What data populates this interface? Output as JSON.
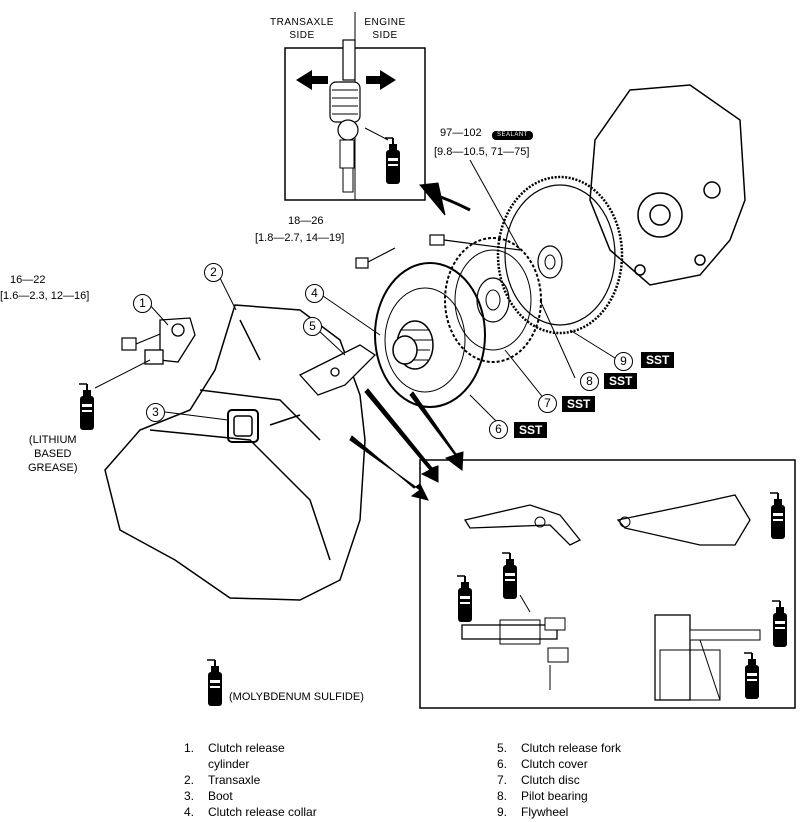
{
  "header": {
    "transaxle_side": "TRANSAXLE\nSIDE",
    "engine_side": "ENGINE\nSIDE"
  },
  "torque": {
    "pressure_plate_bolt": {
      "value": "18—26",
      "units": "[1.8—2.7, 14—19]"
    },
    "release_cylinder_bolt": {
      "value": "16—22",
      "units": "[1.6—2.3, 12—16]"
    },
    "flywheel_bolt": {
      "value": "97—102",
      "units": "[9.8—10.5, 71—75]",
      "sealant": "SEALANT"
    }
  },
  "callouts": [
    "1",
    "2",
    "3",
    "4",
    "5",
    "6",
    "7",
    "8",
    "9"
  ],
  "sst_label": "SST",
  "grease_labels": {
    "lithium": "(LITHIUM\nBASED\nGREASE)",
    "molybdenum": "(MOLYBDENUM SULFIDE)"
  },
  "legend": {
    "left": [
      {
        "num": "1.",
        "text": "Clutch release"
      },
      {
        "num": "",
        "text": "cylinder"
      },
      {
        "num": "2.",
        "text": "Transaxle"
      },
      {
        "num": "3.",
        "text": "Boot"
      },
      {
        "num": "4.",
        "text": "Clutch release collar"
      }
    ],
    "right": [
      {
        "num": "5.",
        "text": "Clutch release fork"
      },
      {
        "num": "6.",
        "text": "Clutch cover"
      },
      {
        "num": "7.",
        "text": "Clutch disc"
      },
      {
        "num": "8.",
        "text": "Pilot bearing"
      },
      {
        "num": "9.",
        "text": "Flywheel"
      }
    ]
  }
}
